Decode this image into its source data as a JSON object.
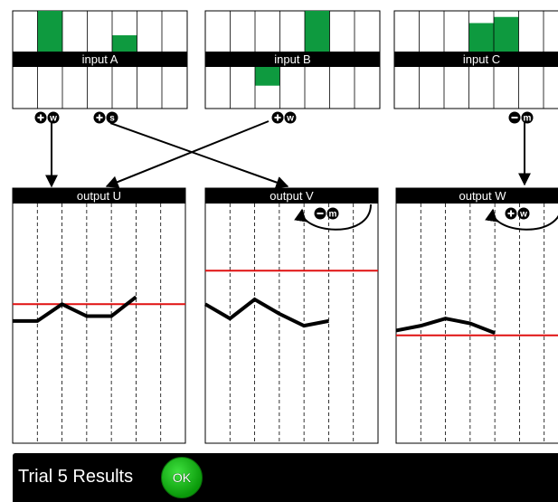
{
  "colors": {
    "cell_fill": "#0e9a3f",
    "reference_line": "#e01010",
    "trace": "#000000",
    "ok_button": "#19b619"
  },
  "inputs": [
    {
      "label": "input A",
      "columns": 7,
      "cells": [
        {
          "col": 1,
          "half": "top",
          "level": 1.0
        },
        {
          "col": 4,
          "half": "top",
          "level": 0.4
        }
      ]
    },
    {
      "label": "input B",
      "columns": 7,
      "cells": [
        {
          "col": 4,
          "half": "top",
          "level": 1.0
        },
        {
          "col": 2,
          "half": "bottom",
          "level": 0.45
        }
      ]
    },
    {
      "label": "input C",
      "columns": 7,
      "cells": [
        {
          "col": 3,
          "half": "top",
          "level": 0.7
        },
        {
          "col": 4,
          "half": "top",
          "level": 0.85
        }
      ]
    }
  ],
  "connections": [
    {
      "from": "input A",
      "to": "output U",
      "sign": "+",
      "letter": "w",
      "sign_icon": "plus-circle-icon",
      "letter_icon": "w-circle-icon"
    },
    {
      "from": "input A",
      "to": "output V",
      "sign": "+",
      "letter": "s",
      "sign_icon": "plus-circle-icon",
      "letter_icon": "s-circle-icon"
    },
    {
      "from": "input B",
      "to": "output U",
      "sign": "+",
      "letter": "w",
      "sign_icon": "plus-circle-icon",
      "letter_icon": "w-circle-icon"
    },
    {
      "from": "input C",
      "to": "output W",
      "sign": "−",
      "letter": "m",
      "sign_icon": "minus-circle-icon",
      "letter_icon": "m-circle-icon"
    }
  ],
  "outputs": [
    {
      "label": "output U",
      "columns": 7,
      "reference_level": 0.58,
      "trace": [
        0.51,
        0.51,
        0.58,
        0.53,
        0.53,
        0.61
      ],
      "self_loop": null
    },
    {
      "label": "output V",
      "columns": 7,
      "reference_level": 0.72,
      "trace": [
        0.58,
        0.52,
        0.6,
        0.54,
        0.49,
        0.51
      ],
      "self_loop": {
        "sign": "−",
        "letter": "m",
        "sign_icon": "minus-circle-icon",
        "letter_icon": "m-circle-icon"
      }
    },
    {
      "label": "output W",
      "columns": 7,
      "reference_level": 0.45,
      "trace": [
        0.47,
        0.49,
        0.52,
        0.5,
        0.46
      ],
      "self_loop": {
        "sign": "+",
        "letter": "w",
        "sign_icon": "plus-circle-icon",
        "letter_icon": "w-circle-icon"
      }
    }
  ],
  "footer": {
    "title": "Trial 5 Results",
    "ok_label": "OK"
  }
}
